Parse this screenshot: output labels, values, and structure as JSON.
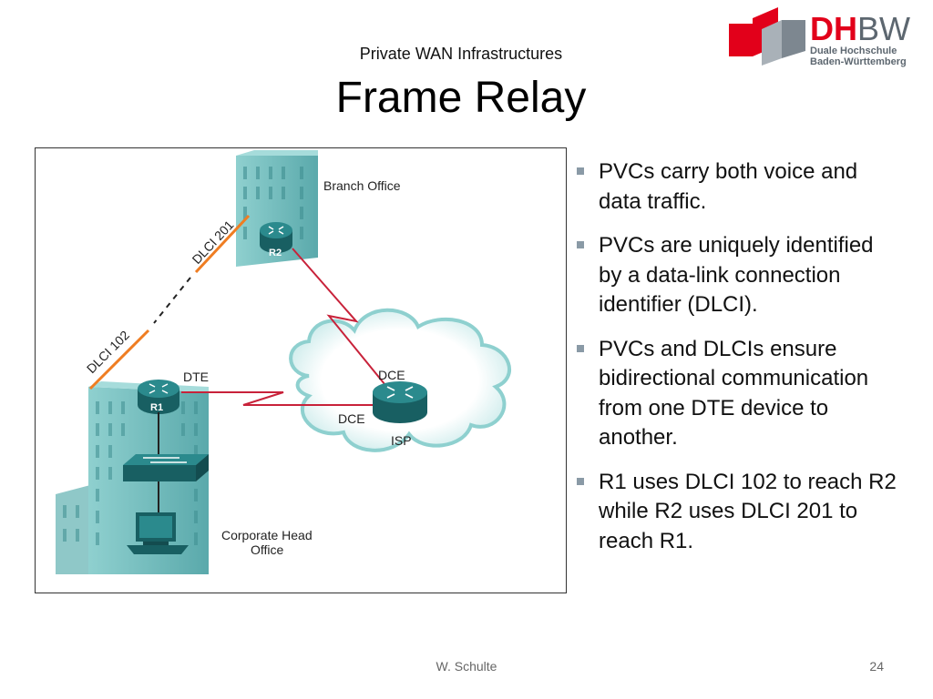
{
  "header": {
    "subtitle": "Private WAN Infrastructures",
    "title": "Frame Relay"
  },
  "logo": {
    "main_red": "DH",
    "main_gray": "BW",
    "line1": "Duale Hochschule",
    "line2": "Baden-Württemberg"
  },
  "diagram": {
    "labels": {
      "branch_office": "Branch Office",
      "corporate_line1": "Corporate Head",
      "corporate_line2": "Office",
      "dte": "DTE",
      "dce_top": "DCE",
      "dce_left": "DCE",
      "isp": "ISP",
      "dlci_201": "DLCI 201",
      "dlci_102": "DLCI 102",
      "r1": "R1",
      "r2": "R2"
    },
    "colors": {
      "building": "#6fbcbc",
      "router": "#1f7d80",
      "serial_link": "#c8223a",
      "pvc": "#ef7d22"
    }
  },
  "bullets": [
    "PVCs carry both voice and data traffic.",
    "PVCs are uniquely identified by a data-link connection identifier (DLCI).",
    "PVCs and DLCIs ensure bidirectional communication from one DTE device to another.",
    "R1 uses DLCI 102 to reach R2 while R2 uses DLCI 201 to reach R1."
  ],
  "footer": {
    "author": "W. Schulte",
    "page": "24"
  }
}
